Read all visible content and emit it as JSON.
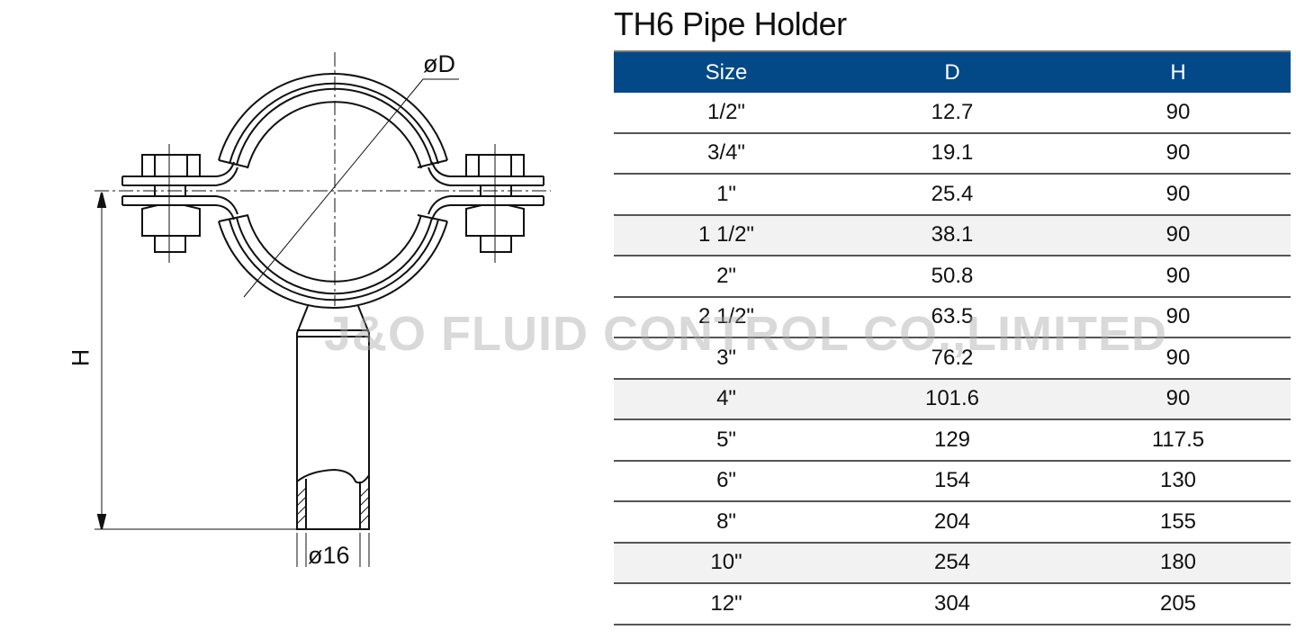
{
  "title": "TH6 Pipe Holder",
  "table": {
    "headers": [
      "Size",
      "D",
      "H"
    ],
    "rows": [
      [
        "1/2\"",
        "12.7",
        "90"
      ],
      [
        "3/4\"",
        "19.1",
        "90"
      ],
      [
        "1\"",
        "25.4",
        "90"
      ],
      [
        "1 1/2\"",
        "38.1",
        "90"
      ],
      [
        "2\"",
        "50.8",
        "90"
      ],
      [
        "2 1/2\"",
        "63.5",
        "90"
      ],
      [
        "3\"",
        "76.2",
        "90"
      ],
      [
        "4\"",
        "101.6",
        "90"
      ],
      [
        "5\"",
        "129",
        "117.5"
      ],
      [
        "6\"",
        "154",
        "130"
      ],
      [
        "8\"",
        "204",
        "155"
      ],
      [
        "10\"",
        "254",
        "180"
      ],
      [
        "12\"",
        "304",
        "205"
      ]
    ],
    "shaded_rows": [
      3,
      7,
      11
    ],
    "header_color": "#034987"
  },
  "drawing": {
    "labels": {
      "diameter": "øD",
      "height": "H",
      "rod_diameter": "ø16"
    }
  },
  "watermark": "J&O FLUID CONTROL CO.,LIMITED"
}
